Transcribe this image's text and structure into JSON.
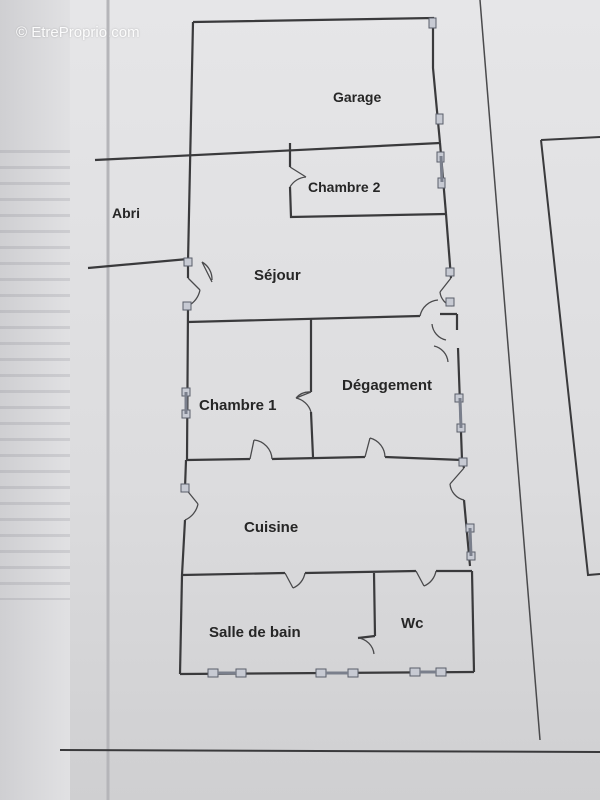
{
  "watermark": "© EtreProprio.com",
  "rooms": {
    "garage": "Garage",
    "abri": "Abri",
    "chambre2": "Chambre 2",
    "sejour": "Séjour",
    "chambre1": "Chambre 1",
    "degagement": "Dégagement",
    "cuisine": "Cuisine",
    "salle_de_bain": "Salle de bain",
    "wc": "Wc"
  },
  "colors": {
    "wall": "#3a3a3c",
    "paper": "#e2e2e4",
    "window": "#9aa0ad"
  }
}
